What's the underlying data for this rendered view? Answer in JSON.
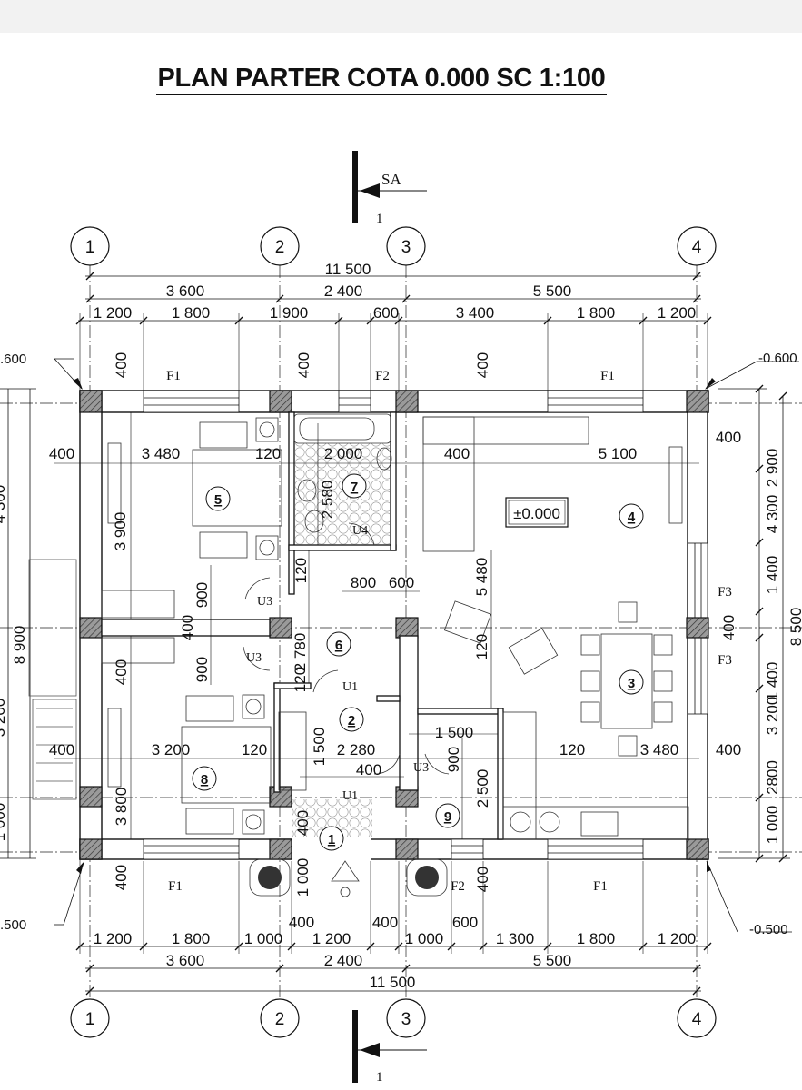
{
  "title": "PLAN PARTER COTA 0.000  SC 1:100",
  "section_marker": {
    "label": "SA",
    "number": "1"
  },
  "axes": [
    "1",
    "2",
    "3",
    "4"
  ],
  "dims_top": {
    "total": "11 500",
    "spans": [
      "3 600",
      "2 400",
      "5 500"
    ],
    "openings": [
      "1 200",
      "1 800",
      "1 900",
      "600",
      "3 400",
      "1 800",
      "1 200"
    ]
  },
  "dims_bottom": {
    "total": "11 500",
    "spans": [
      "3 600",
      "2 400",
      "5 500"
    ],
    "openings": [
      "1 200",
      "1 800",
      "1 000",
      "1 200",
      "1 000",
      "1 300",
      "1 800",
      "1 200"
    ],
    "extra": [
      "400",
      "400",
      "600"
    ]
  },
  "dims_left": {
    "total": "8 900",
    "partial_a": "4 300",
    "partial_b": "3 200",
    "partial_c": "1 000",
    "edge_mark": ".600",
    "edge_mark_bottom": ".500"
  },
  "dims_right": {
    "total": "8 500",
    "parts": [
      "400",
      "2 900",
      "4 300",
      "1 400",
      "400",
      "1 400",
      "3 200",
      "2800",
      "1 000"
    ],
    "level_top": "-0.600",
    "level_bottom": "-0.500"
  },
  "windows": {
    "top": [
      "F1",
      "F2",
      "F1"
    ],
    "bottom": [
      "F1",
      "F2",
      "F1"
    ],
    "right": [
      "F3",
      "F3"
    ]
  },
  "doors": [
    "U1",
    "U1",
    "U3",
    "U3",
    "U3",
    "U4"
  ],
  "rooms": [
    "1",
    "2",
    "3",
    "4",
    "5",
    "6",
    "7",
    "8",
    "9"
  ],
  "level_box": "±0.000",
  "interior_dims": {
    "walls_400": [
      "400",
      "400",
      "400",
      "400",
      "400",
      "400",
      "400",
      "400",
      "400",
      "400",
      "400",
      "400"
    ],
    "r5_w": "3 480",
    "r5_h": "3 900",
    "w120": "120",
    "r7_w": "2 000",
    "r7_h": "2 580",
    "r4_a": "400",
    "r4_w": "5 100",
    "r6_a": "800",
    "r6_b": "600",
    "r6_h": "2 780",
    "v120": "120",
    "h5480": "5 480",
    "d900": "900",
    "r8_w": "3 200",
    "r2_w": "2 280",
    "r2_h": "1 500",
    "r9_w": "1 500",
    "r9_h": "2 500",
    "r3_w": "3 480",
    "r8_h": "3 800",
    "d1000": "1 000"
  }
}
